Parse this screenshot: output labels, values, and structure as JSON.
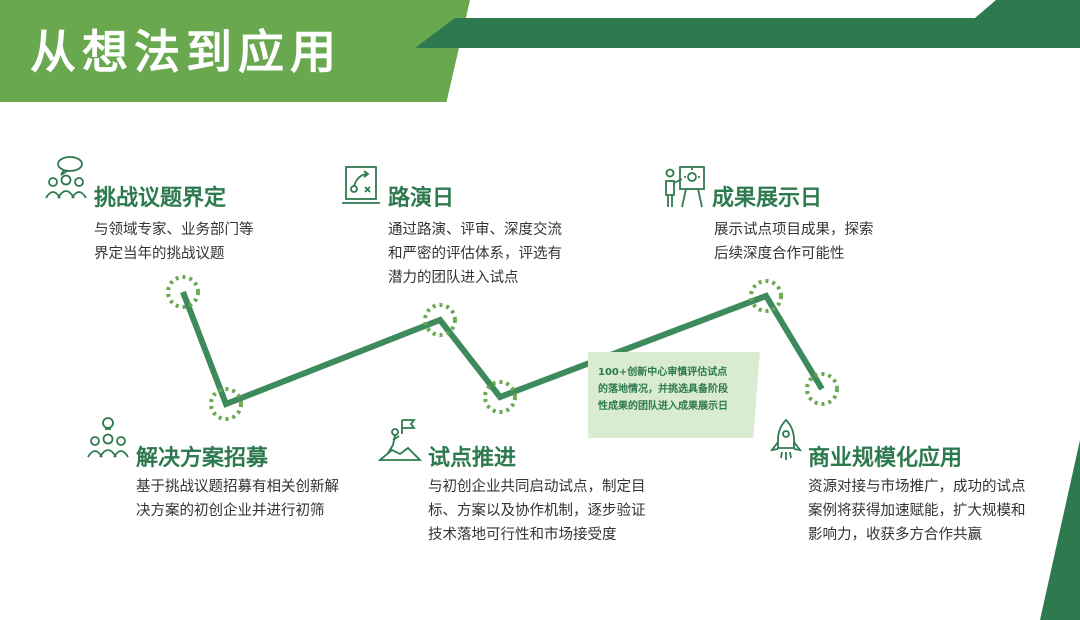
{
  "title": "从想法到应用",
  "stages": [
    {
      "title": "挑战议题界定",
      "icon": "discussion-group-icon",
      "desc": [
        "与领域专家、业务部门等",
        "界定当年的挑战议题"
      ]
    },
    {
      "title": "解决方案招募",
      "icon": "idea-team-icon",
      "desc": [
        "基于挑战议题招募有相关创新解",
        "决方案的初创企业并进行初筛"
      ]
    },
    {
      "title": "路演日",
      "icon": "strategy-board-icon",
      "desc": [
        "通过路演、评审、深度交流",
        "和严密的评估体系，评选有",
        "潜力的团队进入试点"
      ]
    },
    {
      "title": "试点推进",
      "icon": "mountain-flag-icon",
      "desc": [
        "与初创企业共同启动试点，制定目",
        "标、方案以及协作机制，逐步验证",
        "技术落地可行性和市场接受度"
      ]
    },
    {
      "title": "成果展示日",
      "icon": "presenter-board-icon",
      "desc": [
        "展示试点项目成果，探索",
        "后续深度合作可能性"
      ]
    },
    {
      "title": "商业规模化应用",
      "icon": "rocket-icon",
      "desc": [
        "资源对接与市场推广，成功的试点",
        "案例将获得加速赋能，扩大规模和",
        "影响力，收获多方合作共赢"
      ]
    }
  ],
  "note": [
    "100+创新中心审慎评估试点",
    "的落地情况，并挑选具备阶段",
    "性成果的团队进入成果展示日"
  ],
  "colors": {
    "dark_green": "#2e7a4f",
    "light_green": "#6aa84f",
    "note_bg": "#d9ecd2",
    "dot_green": "#6aa84f"
  }
}
